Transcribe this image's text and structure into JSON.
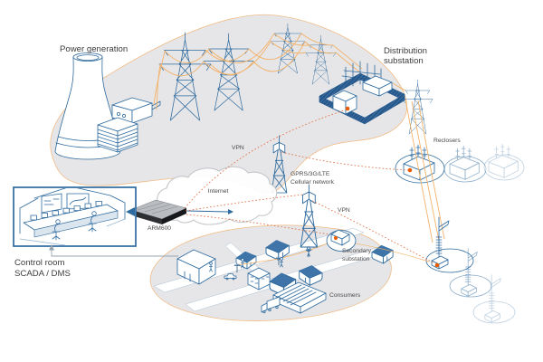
{
  "labels": {
    "power_generation": "Power generation",
    "distribution_substation": [
      "Distribution",
      "substation"
    ],
    "vpn_top": "VPN",
    "vpn_bottom": "VPN",
    "cellular": [
      "GPRS/3G/LTE",
      "Cellular network"
    ],
    "internet": "Internet",
    "arm600": "ARM600",
    "control_room": [
      "Control room",
      "SCADA / DMS"
    ],
    "reclosers": "Reclosers",
    "secondary_substation": [
      "Secondary",
      "substation"
    ],
    "consumers": "Consumers"
  },
  "colors": {
    "line_blue": "#2e6a9e",
    "dark_blue": "#24588c",
    "roof_blue": "#3f74a8",
    "power_line": "#f3b269",
    "comm_line": "#e06b3c",
    "device_dot": "#e85d04",
    "area_fill": "#e6e6e8",
    "area_edge": "#f2ab66",
    "cloud_edge": "#c5c6ca",
    "text_dark": "#3c3c3c",
    "text_small": "#4a4a4a",
    "gateway_body": "#2e2f33"
  },
  "nodes": [
    "power-generation",
    "transmission-pylons",
    "distribution-substation",
    "reclosers",
    "pole-mounted-devices",
    "secondary-substation",
    "consumers",
    "control-room-scada-dms",
    "arm600-gateway",
    "internet-cloud",
    "cellular-network-towers"
  ],
  "connections": [
    {
      "type": "wired",
      "from": "control-room-scada-dms",
      "to": "arm600-gateway"
    },
    {
      "type": "VPN",
      "from": "arm600-gateway",
      "via": "internet",
      "to": "distribution-substation"
    },
    {
      "type": "VPN",
      "from": "arm600-gateway",
      "via": "cellular-network",
      "to": "reclosers"
    },
    {
      "type": "VPN",
      "from": "arm600-gateway",
      "via": "cellular-network",
      "to": "secondary-substation"
    },
    {
      "type": "VPN",
      "from": "arm600-gateway",
      "via": "cellular-network",
      "to": "pole-mounted-devices"
    },
    {
      "type": "power-line",
      "from": "power-generation",
      "via": "transmission-pylons",
      "to": "distribution-substation"
    },
    {
      "type": "power-line",
      "from": "distribution-substation",
      "via": "reclosers",
      "to": "pole-mounted-devices"
    },
    {
      "type": "power-line",
      "from": "secondary-substation",
      "to": "consumers"
    }
  ]
}
